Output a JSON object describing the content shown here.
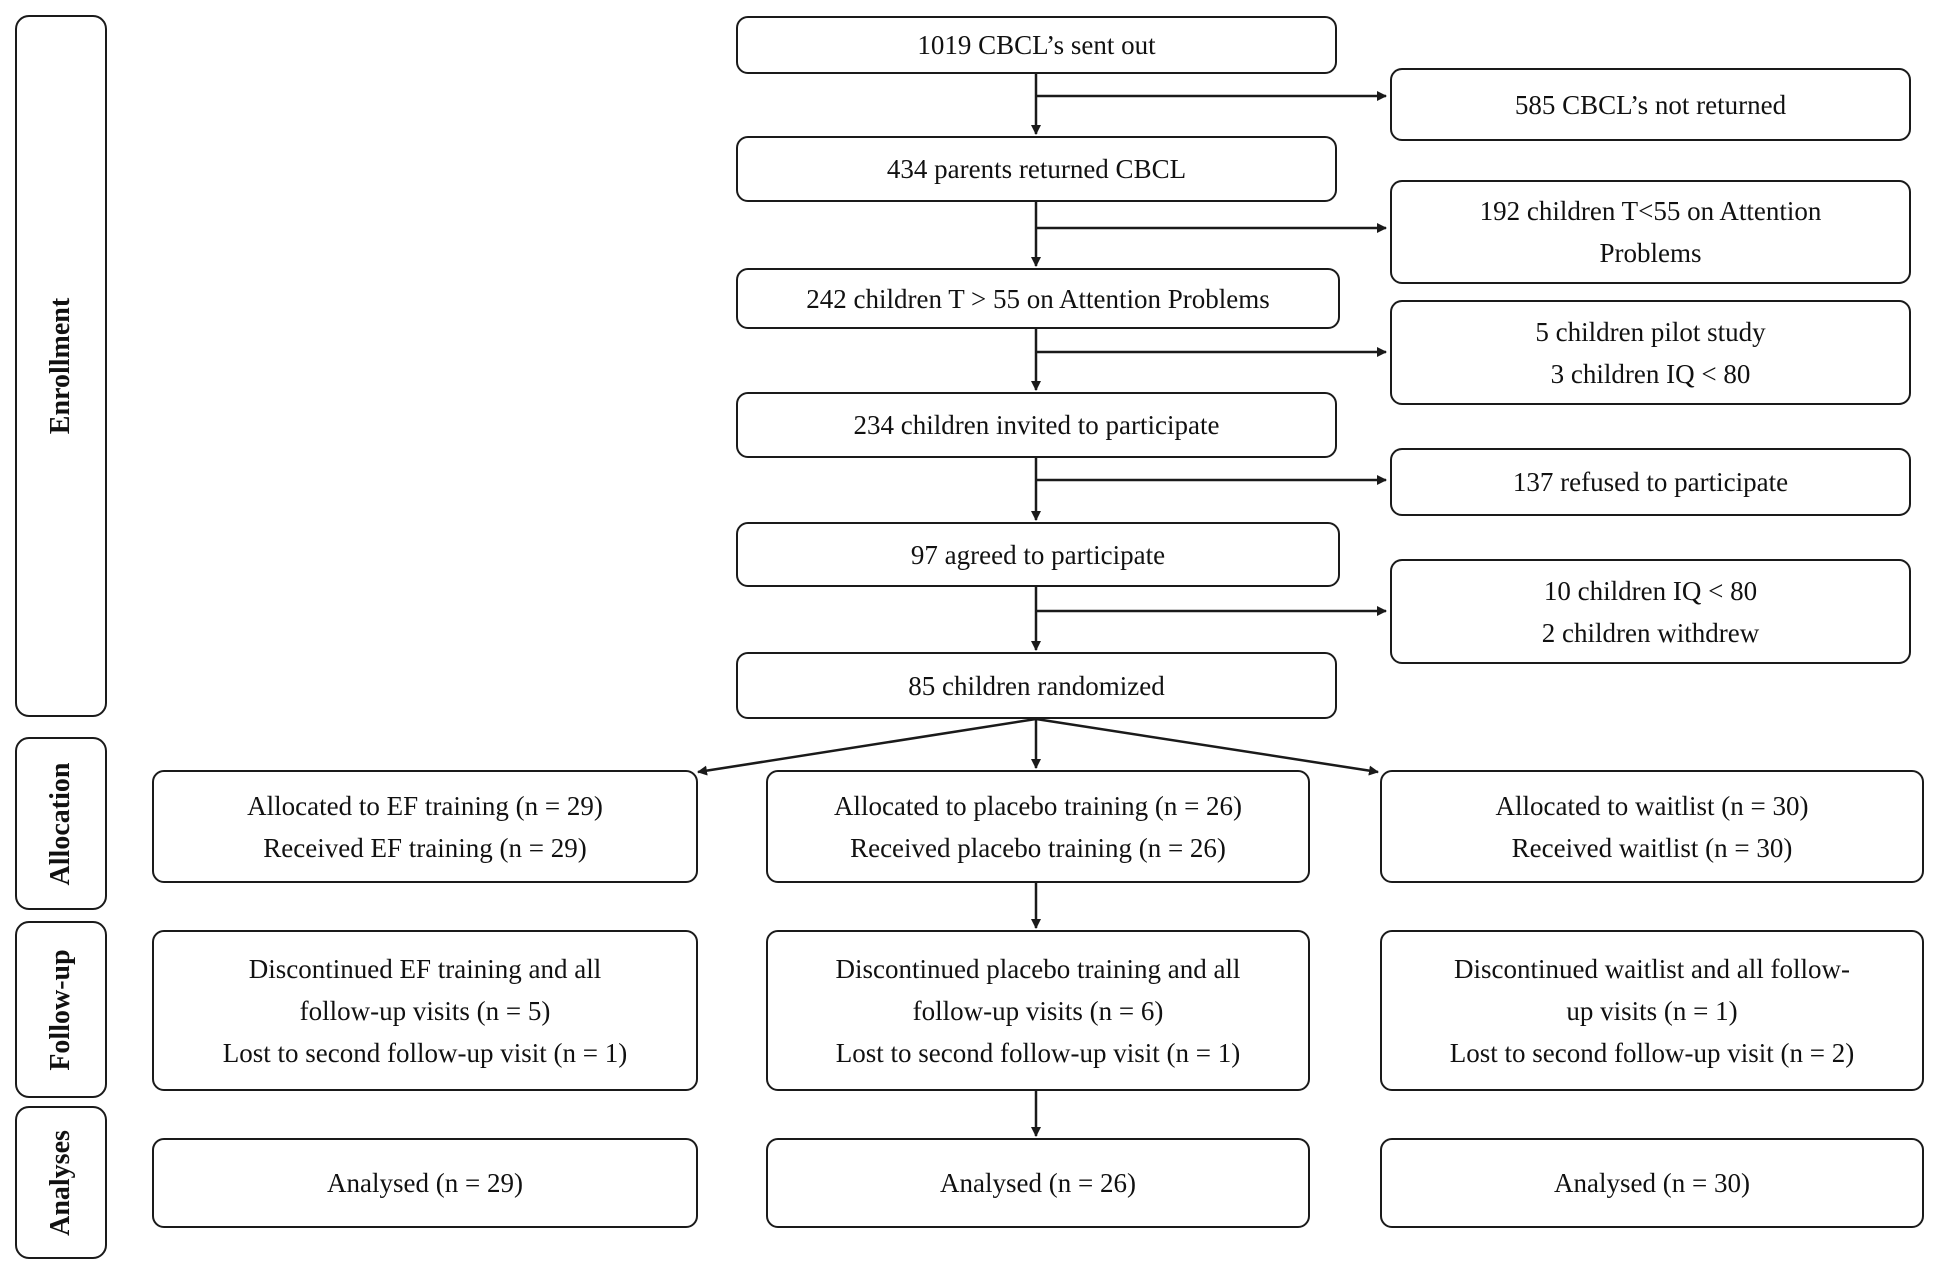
{
  "stages": {
    "enrollment": "Enrollment",
    "allocation": "Allocation",
    "follow_up": "Follow-up",
    "analyses": "Analyses"
  },
  "enrollment": {
    "sent": "1019 CBCL’s sent out",
    "not_returned": "585 CBCL’s not returned",
    "returned": "434 parents returned CBCL",
    "below_cutoff": [
      "192 children T<55 on Attention",
      "Problems"
    ],
    "above_cutoff": "242 children T > 55 on Attention Problems",
    "excluded": [
      "5 children pilot study",
      "3 children IQ < 80"
    ],
    "invited": "234 children invited to participate",
    "refused": "137 refused to participate",
    "agreed": "97 agreed to participate",
    "excluded_after_agree": [
      "10 children IQ < 80",
      "2 children withdrew"
    ],
    "randomized": "85 children randomized"
  },
  "allocation": {
    "ef": [
      "Allocated to EF training (n = 29)",
      "Received EF training (n = 29)"
    ],
    "placebo": [
      "Allocated to placebo training (n = 26)",
      "Received placebo training (n = 26)"
    ],
    "waitlist": [
      "Allocated to waitlist (n = 30)",
      "Received waitlist (n = 30)"
    ]
  },
  "follow_up": {
    "ef": [
      "Discontinued EF training and all",
      "follow-up visits (n = 5)",
      "Lost to second follow-up visit (n = 1)"
    ],
    "placebo": [
      "Discontinued placebo training and all",
      "follow-up visits (n = 6)",
      "Lost to second follow-up visit (n = 1)"
    ],
    "waitlist": [
      "Discontinued waitlist and all follow-",
      "up visits (n = 1)",
      "Lost to second follow-up visit (n = 2)"
    ]
  },
  "analyses": {
    "ef": "Analysed (n = 29)",
    "placebo": "Analysed (n = 26)",
    "waitlist": "Analysed (n = 30)"
  }
}
